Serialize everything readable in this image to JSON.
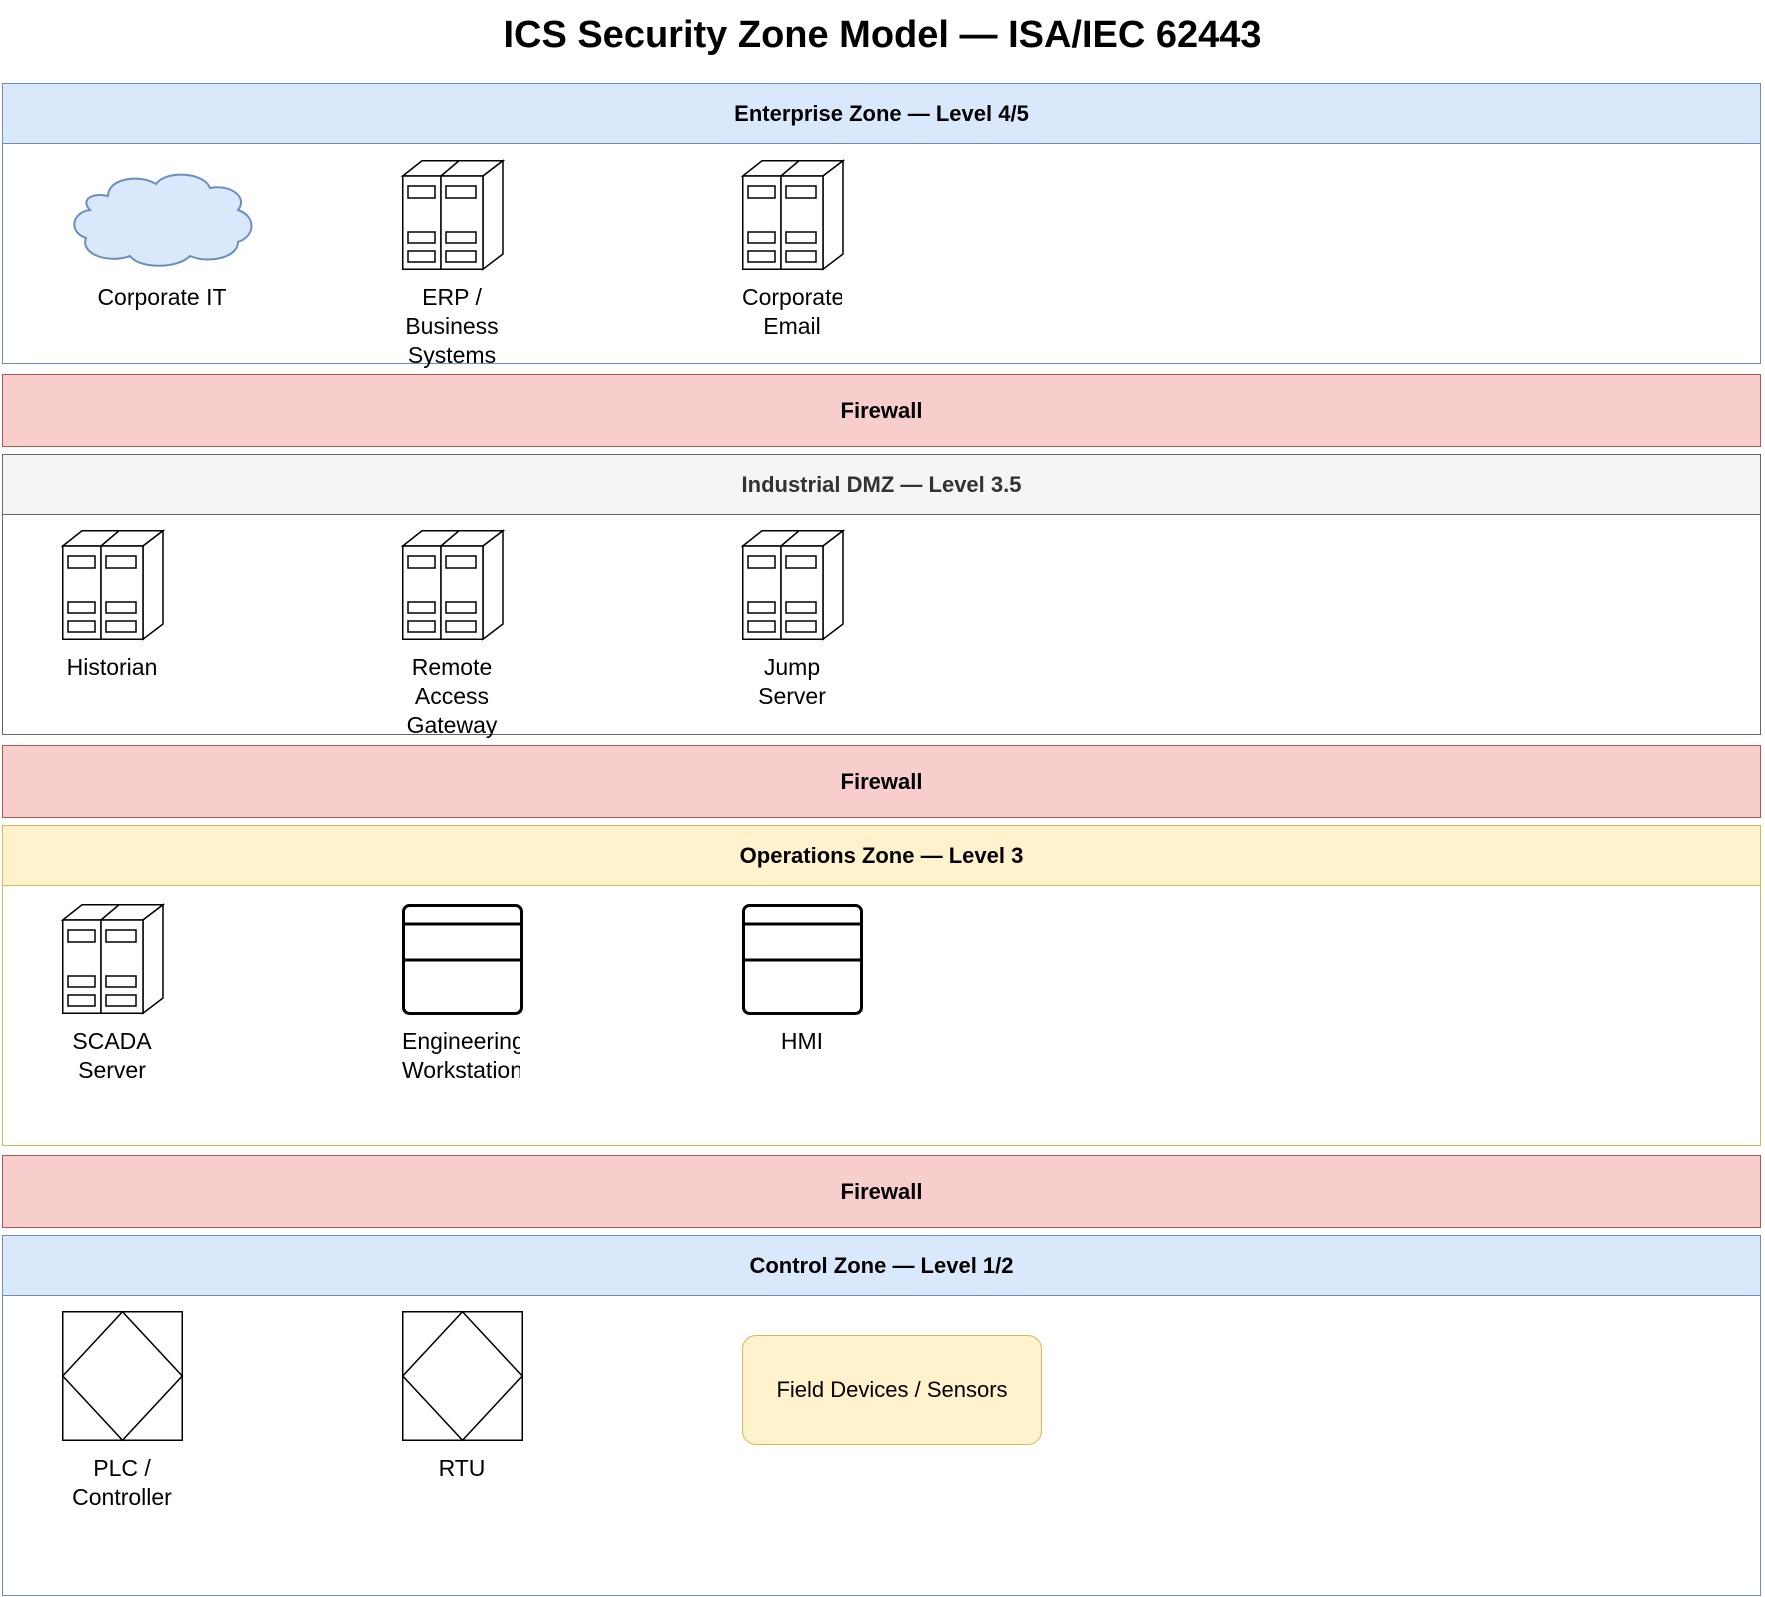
{
  "title": "ICS Security Zone Model — ISA/IEC 62443",
  "colors": {
    "enterprise_fill": "#dae8fc",
    "enterprise_stroke": "#6c8ebf",
    "dmz_fill": "#f5f5f5",
    "dmz_stroke": "#666666",
    "operations_fill": "#fff2cc",
    "operations_stroke": "#d6b656",
    "firewall_fill": "#f8cecc",
    "firewall_stroke": "#b85450"
  },
  "zones": {
    "enterprise": {
      "label": "Enterprise Zone — Level 4/5",
      "nodes": [
        {
          "icon": "cloud-icon",
          "label": "Corporate IT"
        },
        {
          "icon": "server-icon",
          "label_lines": [
            "ERP /",
            "Business",
            "Systems"
          ]
        },
        {
          "icon": "server-icon",
          "label_lines": [
            "Corporate",
            "Email"
          ]
        }
      ]
    },
    "dmz": {
      "label": "Industrial DMZ — Level 3.5",
      "nodes": [
        {
          "icon": "server-icon",
          "label": "Historian"
        },
        {
          "icon": "server-icon",
          "label_lines": [
            "Remote",
            "Access",
            "Gateway"
          ]
        },
        {
          "icon": "server-icon",
          "label_lines": [
            "Jump",
            "Server"
          ]
        }
      ]
    },
    "operations": {
      "label": "Operations Zone — Level 3",
      "nodes": [
        {
          "icon": "server-icon",
          "label_lines": [
            "SCADA",
            "Server"
          ]
        },
        {
          "icon": "window-icon",
          "label_lines": [
            "Engineering",
            "Workstation"
          ]
        },
        {
          "icon": "window-icon",
          "label": "HMI"
        }
      ]
    },
    "control": {
      "label": "Control Zone — Level 1/2",
      "nodes": [
        {
          "icon": "controller-icon",
          "label_lines": [
            "PLC /",
            "Controller"
          ]
        },
        {
          "icon": "controller-icon",
          "label": "RTU"
        },
        {
          "icon": "rounded-box",
          "label": "Field Devices / Sensors"
        }
      ]
    }
  },
  "firewalls": [
    "Firewall",
    "Firewall",
    "Firewall"
  ]
}
